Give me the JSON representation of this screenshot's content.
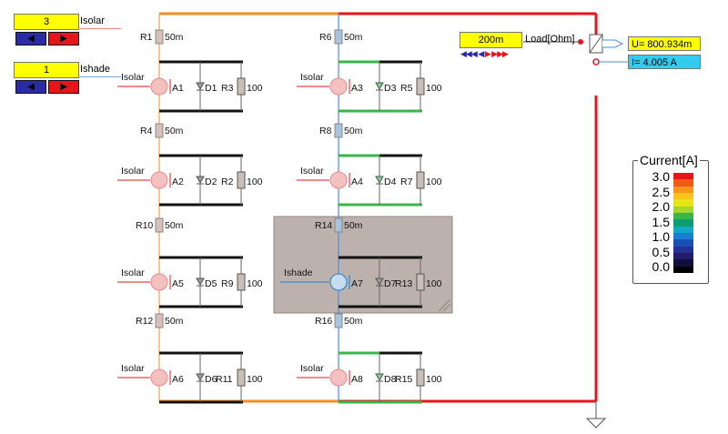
{
  "controls": {
    "isolar": {
      "value": "3",
      "label": "Isolar"
    },
    "ishade": {
      "value": "1",
      "label": "Ishade"
    },
    "load": {
      "value": "200m",
      "label": "Load[Ohm]"
    }
  },
  "meters": {
    "voltage": "U= 800.934m",
    "current": "I= 4.005 A"
  },
  "legend": {
    "title": "Current[A]",
    "values": [
      "3.0",
      "2.5",
      "2.0",
      "1.5",
      "1.0",
      "0.5",
      "0.0"
    ],
    "colors": [
      "#e8141c",
      "#f25a18",
      "#f7951d",
      "#fbc21d",
      "#e6e616",
      "#a6d62a",
      "#3ab54a",
      "#0f9d72",
      "#11a7c9",
      "#1a7fd0",
      "#1a4fb6",
      "#263196",
      "#241c6e",
      "#120f3c",
      "#000000"
    ]
  },
  "circuit": {
    "left": {
      "series_resistors": [
        "R1",
        "R4",
        "R10",
        "R12"
      ],
      "cells": [
        {
          "source": "A1",
          "diode": "D1",
          "resistor": "R3",
          "value": "100",
          "input": "Isolar"
        },
        {
          "source": "A2",
          "diode": "D2",
          "resistor": "R2",
          "value": "100",
          "input": "Isolar"
        },
        {
          "source": "A5",
          "diode": "D5",
          "resistor": "R9",
          "value": "100",
          "input": "Isolar"
        },
        {
          "source": "A6",
          "diode": "D6",
          "resistor": "R11",
          "value": "100",
          "input": "Isolar"
        }
      ]
    },
    "right": {
      "series_resistors": [
        "R6",
        "R8",
        "R14",
        "R16"
      ],
      "cells": [
        {
          "source": "A3",
          "diode": "D3",
          "resistor": "R5",
          "value": "100",
          "input": "Isolar"
        },
        {
          "source": "A4",
          "diode": "D4",
          "resistor": "R7",
          "value": "100",
          "input": "Isolar"
        },
        {
          "source": "A7",
          "diode": "D7",
          "resistor": "R13",
          "value": "100",
          "input": "Ishade"
        },
        {
          "source": "A8",
          "diode": "D8",
          "resistor": "R15",
          "value": "100",
          "input": "Isolar"
        }
      ]
    },
    "series_value": "50m"
  }
}
